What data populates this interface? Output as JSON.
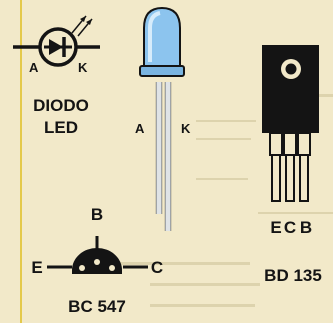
{
  "diagram": {
    "colors": {
      "background": "#f2e9c9",
      "margin_line": "#e4c94a",
      "ink": "#141414",
      "led_lens": "#8cc4ee",
      "led_highlight": "#d6ecfb",
      "led_leads": "#cfd4d8",
      "pale_text": "#d9cfa9"
    },
    "led_symbol": {
      "anode_label": "A",
      "cathode_label": "K",
      "caption_line1": "DIODO",
      "caption_line2": "LED",
      "icon": "led-diode-symbol-icon"
    },
    "led_component": {
      "anode_label": "A",
      "cathode_label": "K",
      "icon": "blue-led-icon"
    },
    "bd135": {
      "pin_labels": [
        "E",
        "C",
        "B"
      ],
      "caption": "BD 135",
      "icon": "to126-transistor-icon"
    },
    "bc547": {
      "base_label": "B",
      "emitter_label": "E",
      "collector_label": "C",
      "caption": "BC 547",
      "icon": "to92-transistor-icon"
    }
  }
}
